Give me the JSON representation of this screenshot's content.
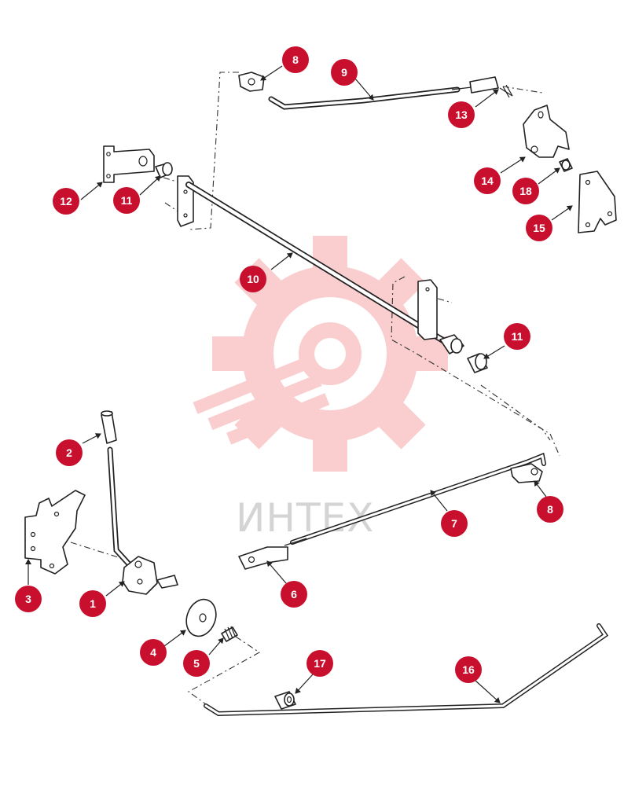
{
  "watermark": {
    "text": "ИНТЕХ",
    "logo_color": "#f06a6a",
    "text_color": "#d4d4d4"
  },
  "callout_color": "#c8102e",
  "callouts": [
    "1",
    "2",
    "3",
    "4",
    "5",
    "6",
    "7",
    "8",
    "9",
    "10",
    "11",
    "12",
    "13",
    "14",
    "15",
    "16",
    "17",
    "18"
  ]
}
